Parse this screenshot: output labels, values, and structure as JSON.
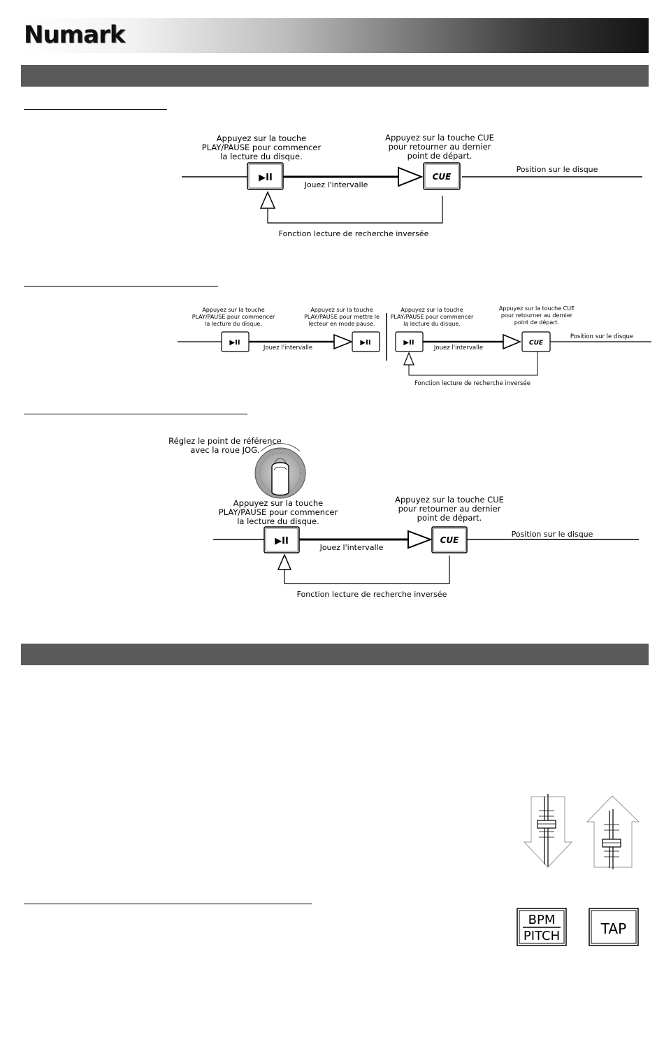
{
  "header": {
    "brand": "Numark"
  },
  "diagram1": {
    "play_caption": [
      "Appuyez sur la touche",
      "PLAY/PAUSE pour commencer",
      "la lecture du disque."
    ],
    "cue_caption": [
      "Appuyez sur la touche CUE",
      "pour retourner au dernier",
      "point de départ."
    ],
    "play_label": "▶II",
    "cue_label": "CUE",
    "interval_label": "Jouez l'intervalle",
    "position_label": "Position sur le disque",
    "reverse_label": "Fonction lecture de recherche inversée"
  },
  "diagram2": {
    "play1_caption": [
      "Appuyez sur la touche",
      "PLAY/PAUSE pour commencer",
      "la lecture du disque."
    ],
    "pause_caption": [
      "Appuyez sur la touche",
      "PLAY/PAUSE pour mettre le",
      "lecteur en mode pause."
    ],
    "play2_caption": [
      "Appuyez sur la touche",
      "PLAY/PAUSE pour commencer",
      "la lecture du disque."
    ],
    "cue_caption": [
      "Appuyez sur la touche CUE",
      "pour retourner au dernier",
      "point de départ."
    ],
    "play_label": "▶II",
    "cue_label": "CUE",
    "interval_label": "Jouez l'intervalle",
    "position_label": "Position sur le disque",
    "reverse_label": "Fonction lecture de recherche inversée"
  },
  "diagram3": {
    "jog_caption": [
      "Réglez le point de référence",
      "avec la roue JOG."
    ],
    "play_caption": [
      "Appuyez sur la touche",
      "PLAY/PAUSE pour commencer",
      "la lecture du disque."
    ],
    "cue_caption": [
      "Appuyez sur la touche CUE",
      "pour retourner au dernier",
      "point de départ."
    ],
    "play_label": "▶II",
    "cue_label": "CUE",
    "interval_label": "Jouez l'intervalle",
    "position_label": "Position sur le disque",
    "reverse_label": "Fonction lecture de recherche inversée"
  },
  "buttons": {
    "bpm_top": "BPM",
    "bpm_bottom": "PITCH",
    "tap": "TAP"
  }
}
